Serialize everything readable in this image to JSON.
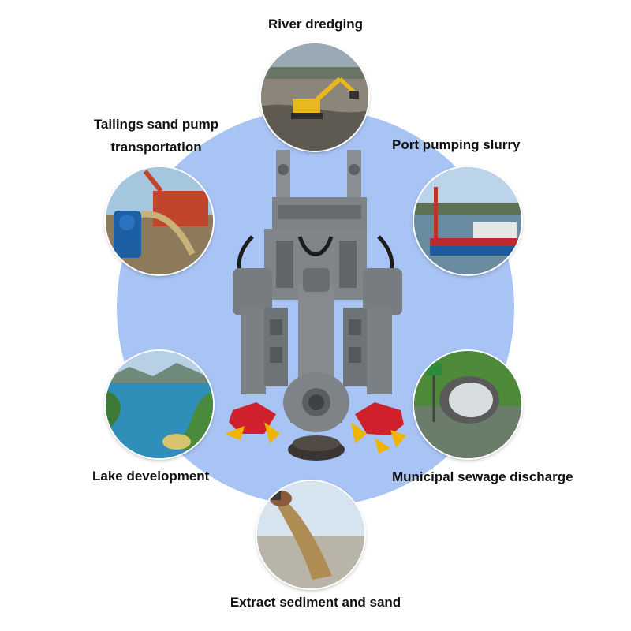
{
  "labels": {
    "river_dredging": "River dredging",
    "tailings_line1": "Tailings sand pump",
    "tailings_line2": "transportation",
    "port_pumping": "Port pumping slurry",
    "lake_development": "Lake development",
    "municipal_sewage": "Municipal sewage discharge",
    "extract_sediment": "Extract sediment and sand"
  },
  "colors": {
    "background_circle": "#a8c4f4",
    "pump_body": "#7d8287",
    "cutter_red": "#d0202c",
    "cutter_yellow": "#f0b400"
  },
  "images": [
    {
      "name": "excavator-on-riverbank-photo"
    },
    {
      "name": "tailings-pump-excavator-photo"
    },
    {
      "name": "dredger-ship-in-port-photo"
    },
    {
      "name": "lake-aerial-photo"
    },
    {
      "name": "sewage-pipe-outlet-photo"
    },
    {
      "name": "hand-holding-sand-photo"
    },
    {
      "name": "hydraulic-slurry-pump-photo"
    }
  ]
}
